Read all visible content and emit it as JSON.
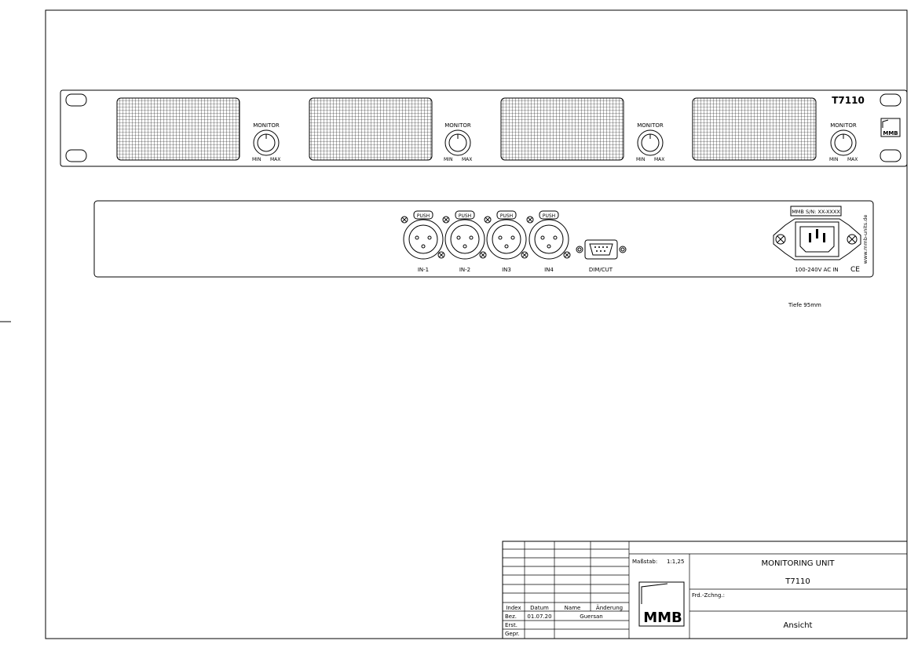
{
  "front_panel": {
    "model": "T7110",
    "knob_label": "MONITOR",
    "knob_min": "MIN",
    "knob_max": "MAX",
    "logo": "MMB"
  },
  "rear_panel": {
    "push_label": "PUSH",
    "inputs": [
      "IN-1",
      "IN-2",
      "IN3",
      "IN4"
    ],
    "dim_cut": "DIM/CUT",
    "serial": "MMB S/N: XX-XXXX",
    "power": "100-240V AC IN",
    "ce_mark": "CE",
    "website": "www.mmb-units.de"
  },
  "depth_note": "Tiefe 95mm",
  "title_block": {
    "scale_label": "Maßstab:",
    "scale_value": "1:1,25",
    "title": "MONITORING UNIT",
    "model": "T7110",
    "frd_label": "Frd.-Zchng.:",
    "view": "Ansicht",
    "logo": "MMB",
    "rev_headers": [
      "Index",
      "Datum",
      "Name",
      "Änderung"
    ],
    "bez_label": "Bez.",
    "bez_date": "01.07.20",
    "bez_name": "Guersan",
    "erst_label": "Erst.",
    "gepr_label": "Gepr."
  }
}
